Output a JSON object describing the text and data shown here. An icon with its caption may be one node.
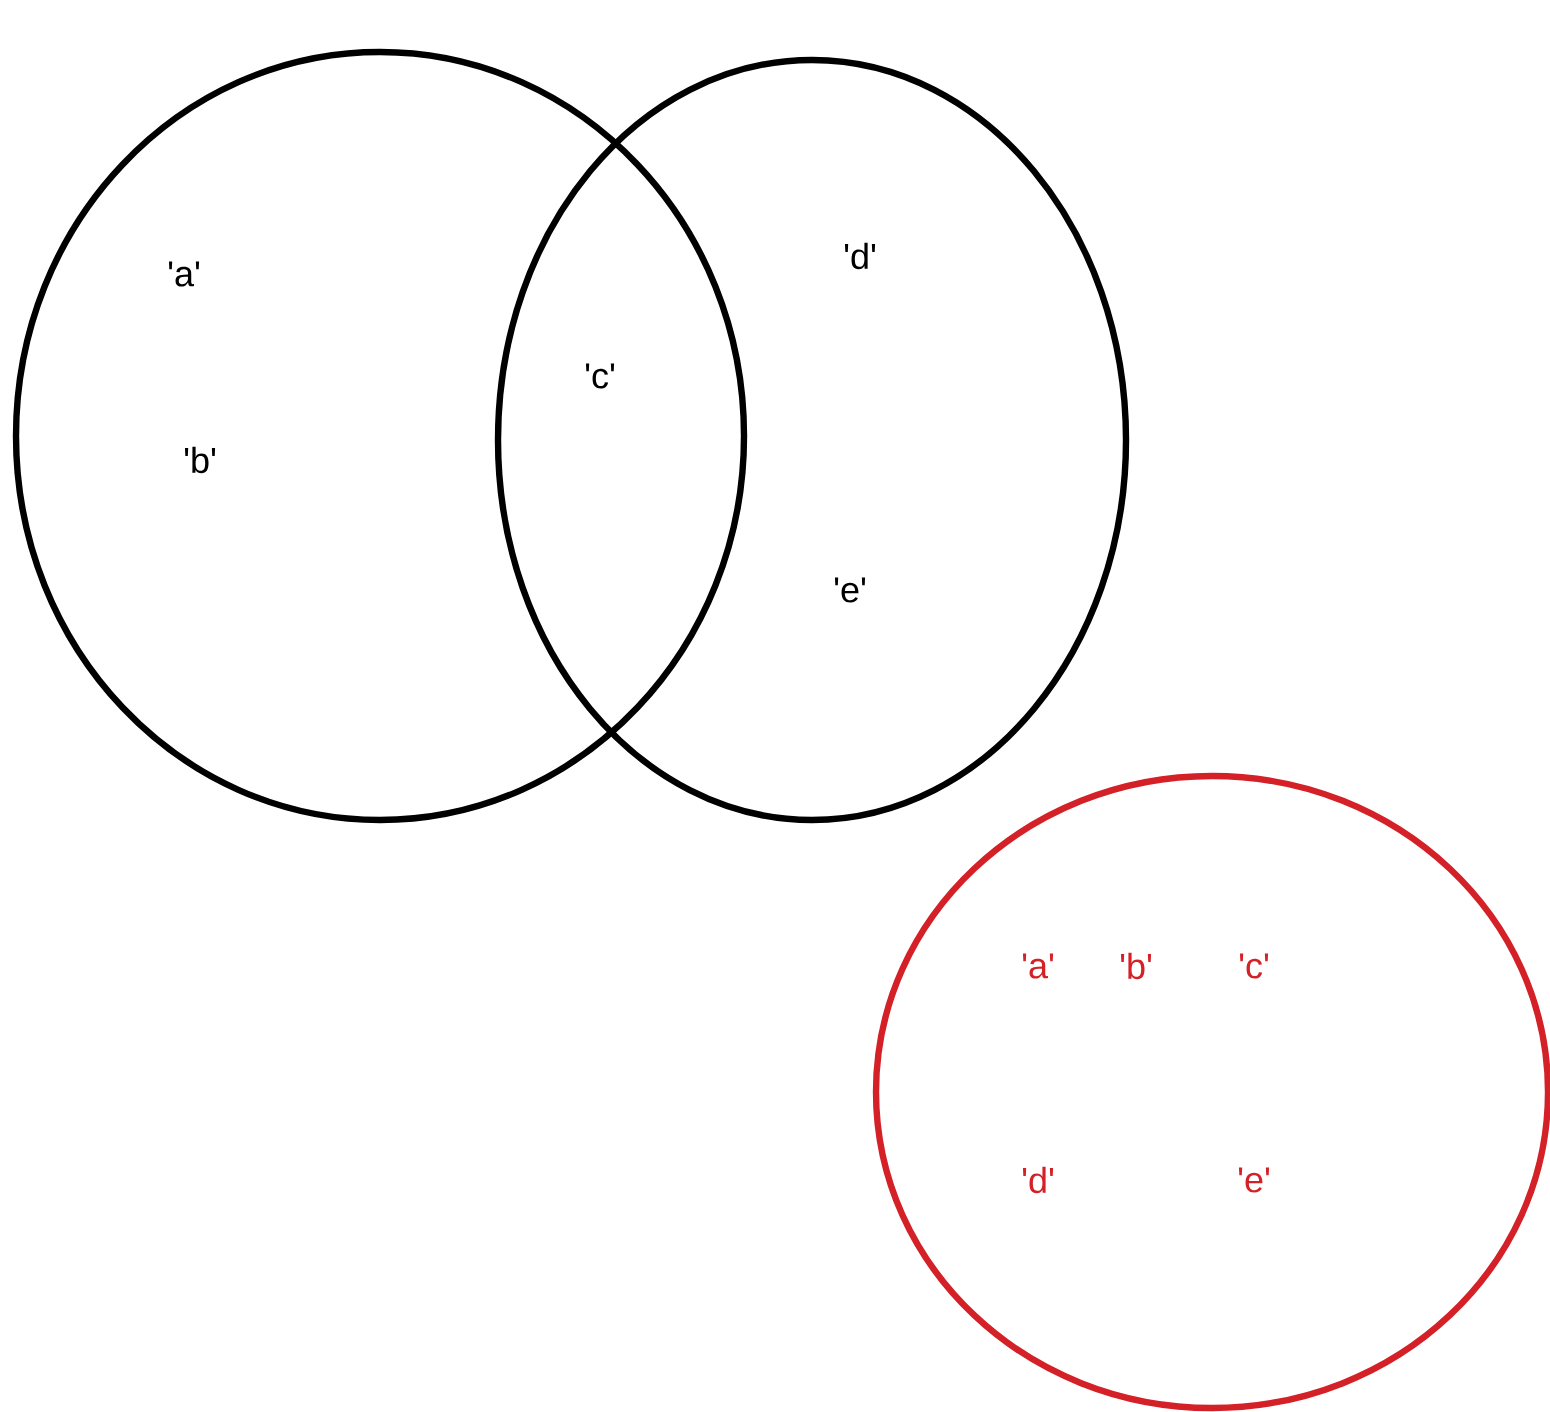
{
  "diagram": {
    "nodes": [
      {
        "text": [
          "'a'",
          "'b'"
        ]
      },
      {
        "text": [
          "'d'",
          "'e'"
        ]
      },
      {
        "text": [
          "'a'",
          "'b'",
          "'c'",
          "'d'",
          "'e'"
        ]
      }
    ],
    "labels": [
      "'c'"
    ]
  }
}
